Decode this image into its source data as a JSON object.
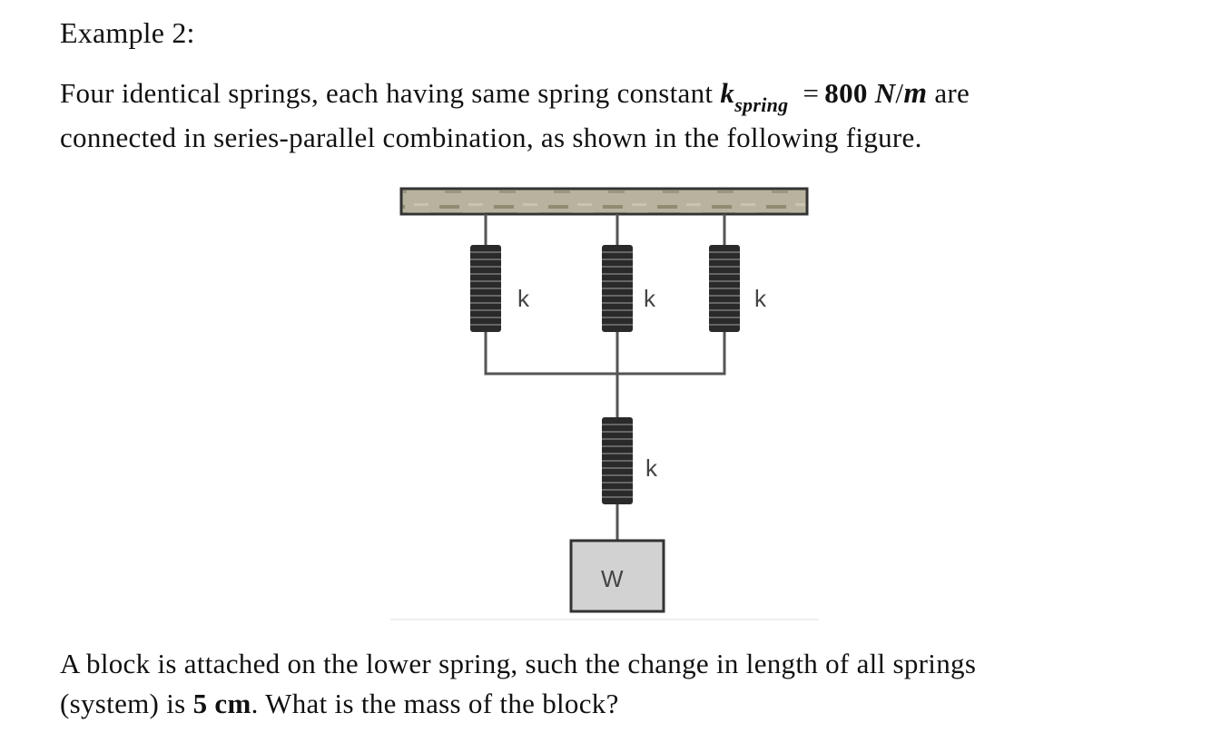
{
  "heading": "Example 2:",
  "intro": {
    "prefix": "Four identical springs, each having same spring constant",
    "k_symbol": "k",
    "k_subscript": "spring",
    "equals": "=",
    "value": "800",
    "unit_n": "N",
    "unit_sep": "/",
    "unit_m": "m",
    "suffix": "are",
    "line2": "connected in series-parallel combination, as shown in the following figure."
  },
  "figure": {
    "spring_labels": [
      "k",
      "k",
      "k",
      "k"
    ],
    "block_label": "W"
  },
  "question": {
    "line1": "A block is attached on the lower spring, such the change in length of all springs",
    "line2_prefix": "(system) is",
    "line2_value": "5 cm",
    "line2_suffix": ". What is the mass of the block?"
  }
}
